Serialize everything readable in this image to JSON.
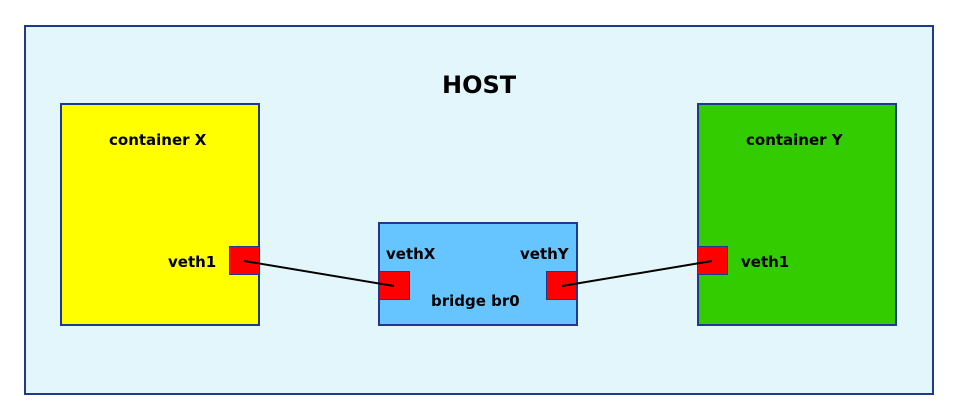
{
  "host": {
    "label": "HOST",
    "color": "#e2f6fc"
  },
  "container_x": {
    "label": "container X",
    "port_label": "veth1",
    "color": "#ffff00"
  },
  "container_y": {
    "label": "container Y",
    "port_label": "veth1",
    "color": "#33cc00"
  },
  "bridge": {
    "label": "bridge br0",
    "port_x_label": "vethX",
    "port_y_label": "vethY",
    "color": "#66c4ff"
  },
  "port_color": "#ff0000",
  "border_color": "#1f3a8a",
  "link_color": "#000000"
}
